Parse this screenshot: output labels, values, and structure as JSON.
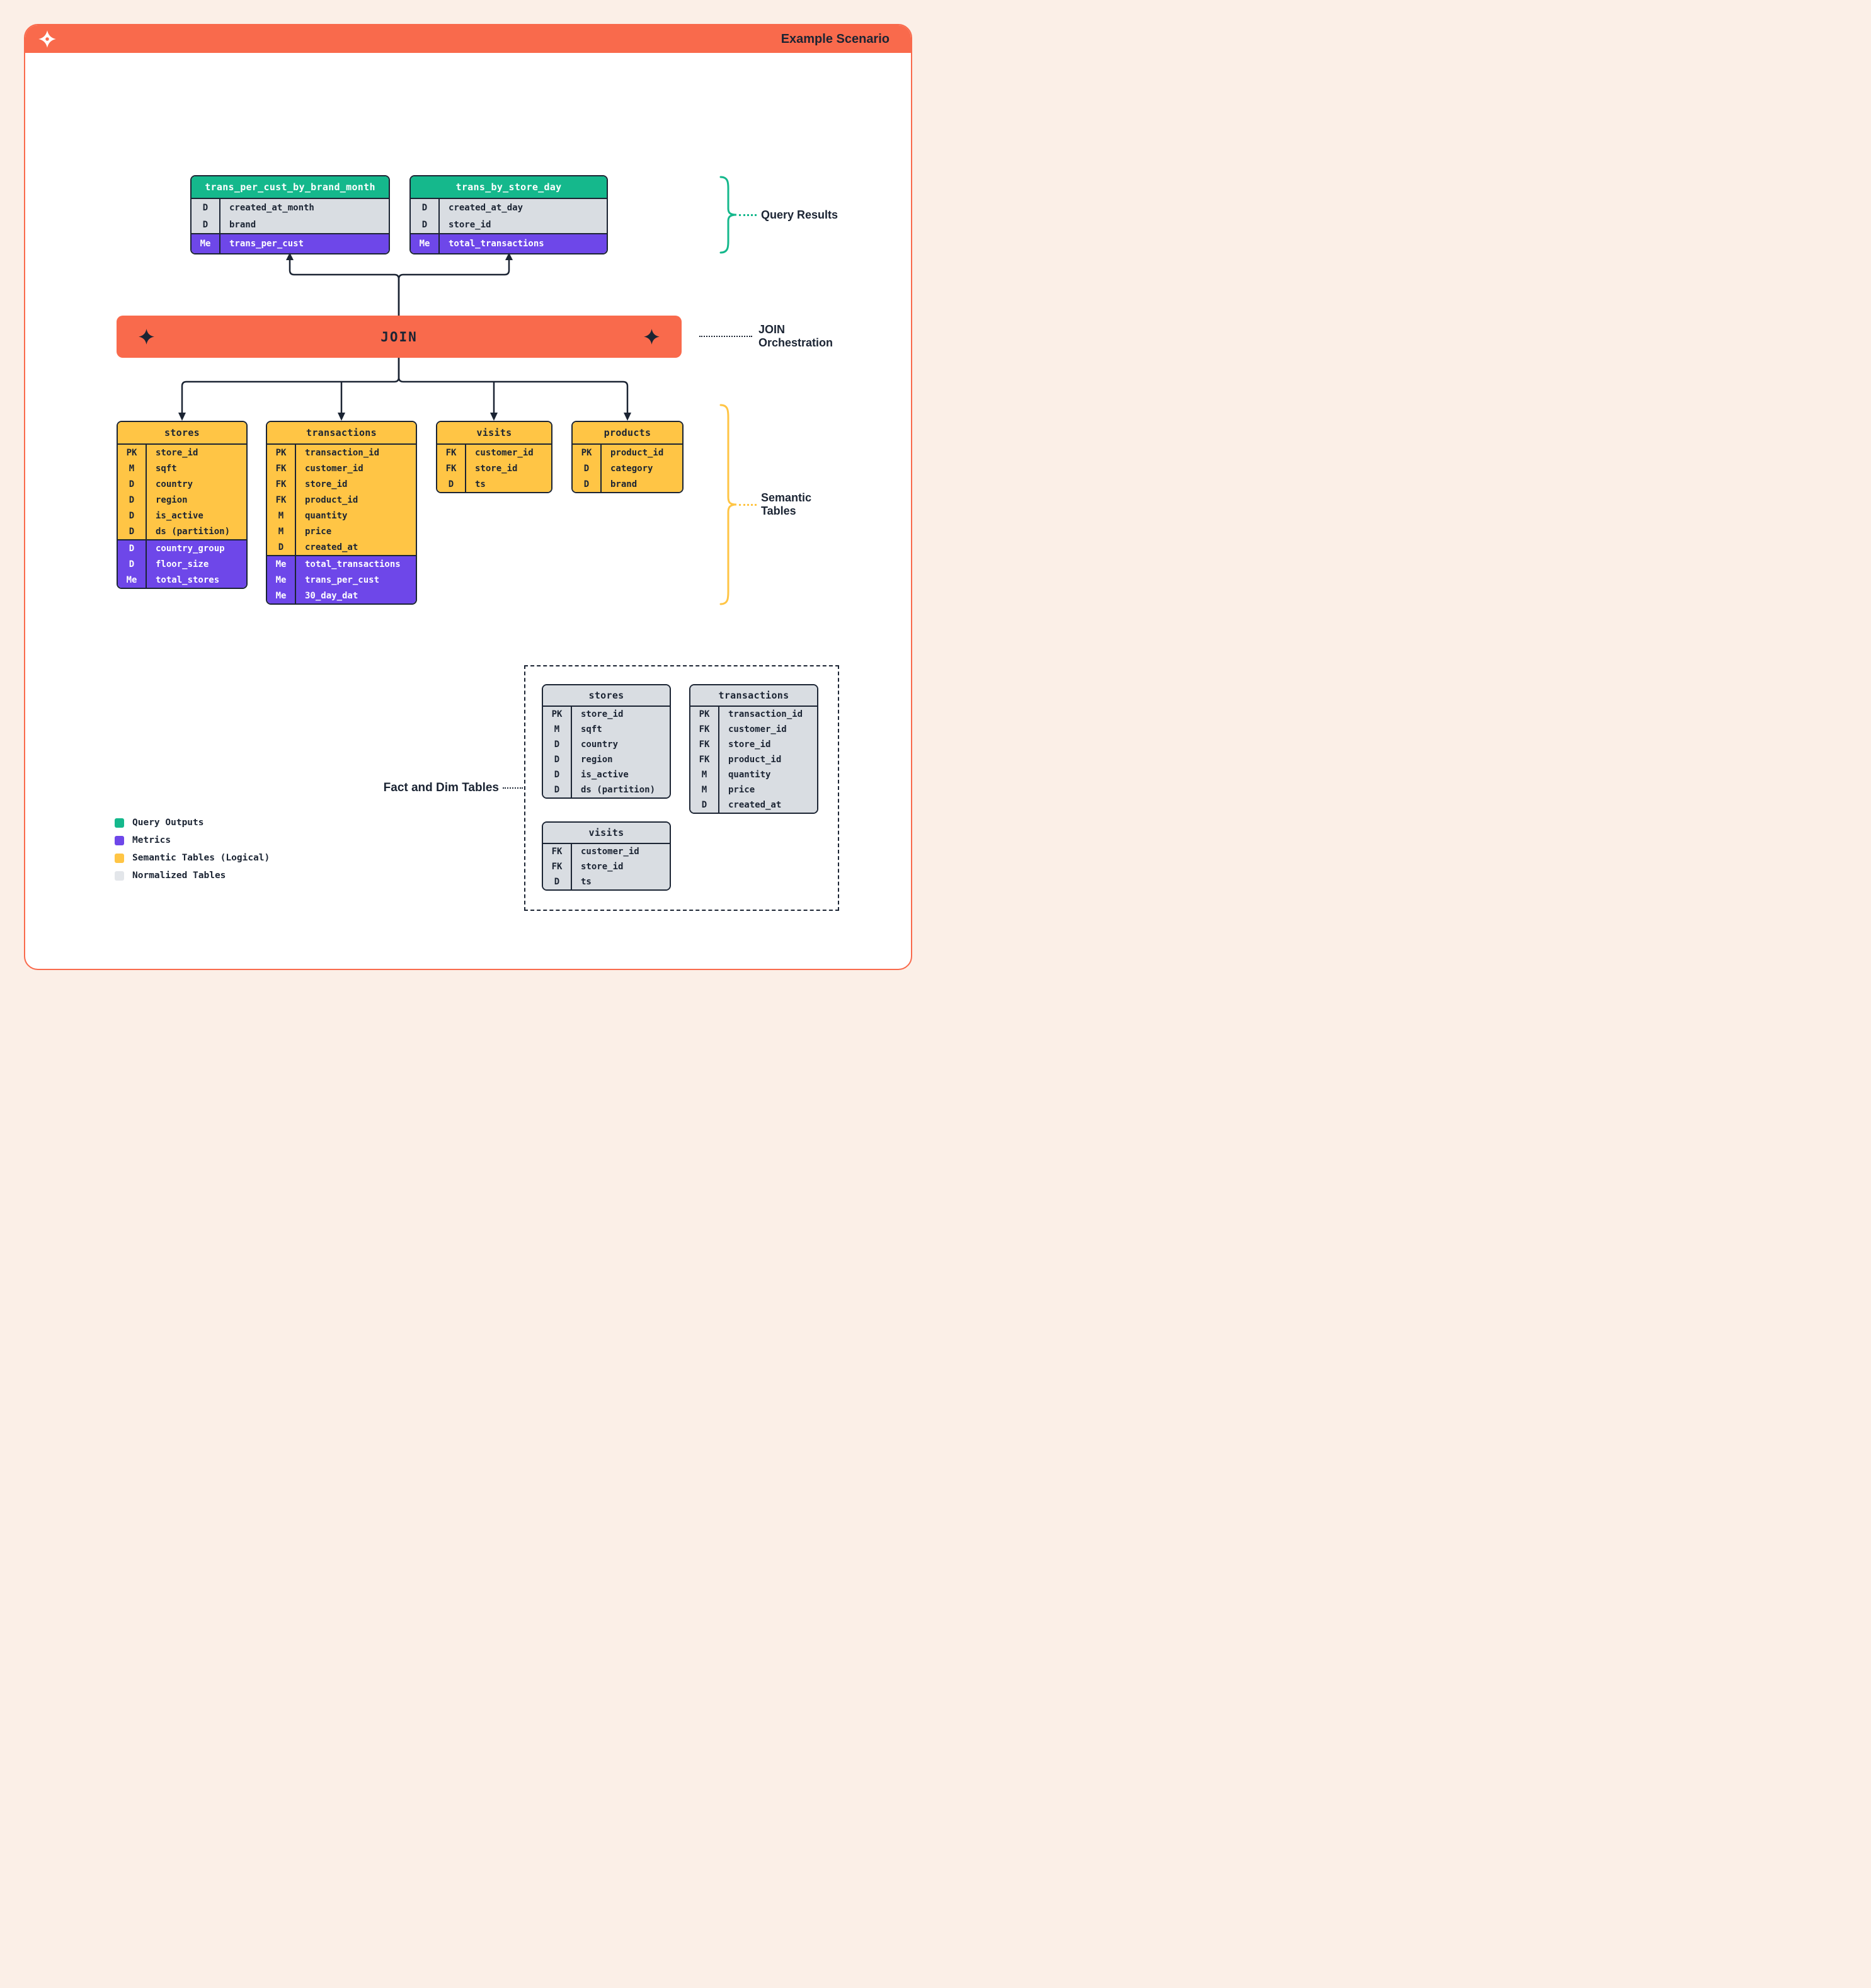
{
  "header": {
    "title": "Example Scenario"
  },
  "join": {
    "label": "JOIN"
  },
  "annotations": {
    "query_results": "Query Results",
    "join_orchestration": "JOIN Orchestration",
    "semantic_tables": "Semantic Tables",
    "fact_dim_tables": "Fact and Dim Tables"
  },
  "colors": {
    "orange": "#F96A4C",
    "green": "#15B88C",
    "purple": "#6E47E9",
    "yellow": "#FFC545",
    "grayrow": "#D9DDE2",
    "navy": "#1B2433",
    "pagebg": "#FBEFE7",
    "legendgray": "#E3E6EA"
  },
  "query_tables": [
    {
      "name": "trans_per_cust_by_brand_month",
      "rows": [
        {
          "k": "D",
          "v": "created_at_month"
        },
        {
          "k": "D",
          "v": "brand"
        }
      ],
      "metrics": [
        {
          "k": "Me",
          "v": "trans_per_cust"
        }
      ]
    },
    {
      "name": "trans_by_store_day",
      "rows": [
        {
          "k": "D",
          "v": "created_at_day"
        },
        {
          "k": "D",
          "v": "store_id"
        }
      ],
      "metrics": [
        {
          "k": "Me",
          "v": "total_transactions"
        }
      ]
    }
  ],
  "semantic_tables": [
    {
      "name": "stores",
      "rows": [
        {
          "k": "PK",
          "v": "store_id"
        },
        {
          "k": "M",
          "v": "sqft"
        },
        {
          "k": "D",
          "v": "country"
        },
        {
          "k": "D",
          "v": "region"
        },
        {
          "k": "D",
          "v": "is_active"
        },
        {
          "k": "D",
          "v": "ds (partition)"
        }
      ],
      "metrics": [
        {
          "k": "D",
          "v": "country_group"
        },
        {
          "k": "D",
          "v": "floor_size"
        },
        {
          "k": "Me",
          "v": "total_stores"
        }
      ]
    },
    {
      "name": "transactions",
      "rows": [
        {
          "k": "PK",
          "v": "transaction_id"
        },
        {
          "k": "FK",
          "v": "customer_id"
        },
        {
          "k": "FK",
          "v": "store_id"
        },
        {
          "k": "FK",
          "v": "product_id"
        },
        {
          "k": "M",
          "v": "quantity"
        },
        {
          "k": "M",
          "v": "price"
        },
        {
          "k": "D",
          "v": "created_at"
        }
      ],
      "metrics": [
        {
          "k": "Me",
          "v": "total_transactions"
        },
        {
          "k": "Me",
          "v": "trans_per_cust"
        },
        {
          "k": "Me",
          "v": "30_day_dat"
        }
      ]
    },
    {
      "name": "visits",
      "rows": [
        {
          "k": "FK",
          "v": "customer_id"
        },
        {
          "k": "FK",
          "v": "store_id"
        },
        {
          "k": "D",
          "v": "ts"
        }
      ],
      "metrics": []
    },
    {
      "name": "products",
      "rows": [
        {
          "k": "PK",
          "v": "product_id"
        },
        {
          "k": "D",
          "v": "category"
        },
        {
          "k": "D",
          "v": "brand"
        }
      ],
      "metrics": []
    }
  ],
  "normalized_tables": [
    {
      "name": "stores",
      "rows": [
        {
          "k": "PK",
          "v": "store_id"
        },
        {
          "k": "M",
          "v": "sqft"
        },
        {
          "k": "D",
          "v": "country"
        },
        {
          "k": "D",
          "v": "region"
        },
        {
          "k": "D",
          "v": "is_active"
        },
        {
          "k": "D",
          "v": "ds (partition)"
        }
      ],
      "metrics": []
    },
    {
      "name": "transactions",
      "rows": [
        {
          "k": "PK",
          "v": "transaction_id"
        },
        {
          "k": "FK",
          "v": "customer_id"
        },
        {
          "k": "FK",
          "v": "store_id"
        },
        {
          "k": "FK",
          "v": "product_id"
        },
        {
          "k": "M",
          "v": "quantity"
        },
        {
          "k": "M",
          "v": "price"
        },
        {
          "k": "D",
          "v": "created_at"
        }
      ],
      "metrics": []
    },
    {
      "name": "visits",
      "rows": [
        {
          "k": "FK",
          "v": "customer_id"
        },
        {
          "k": "FK",
          "v": "store_id"
        },
        {
          "k": "D",
          "v": "ts"
        }
      ],
      "metrics": []
    }
  ],
  "legend": {
    "items": [
      {
        "swatch": "green",
        "label": "Query Outputs"
      },
      {
        "swatch": "purple",
        "label": "Metrics"
      },
      {
        "swatch": "yellow",
        "label": "Semantic Tables (Logical)"
      },
      {
        "swatch": "gray",
        "label": "Normalized Tables"
      }
    ]
  }
}
